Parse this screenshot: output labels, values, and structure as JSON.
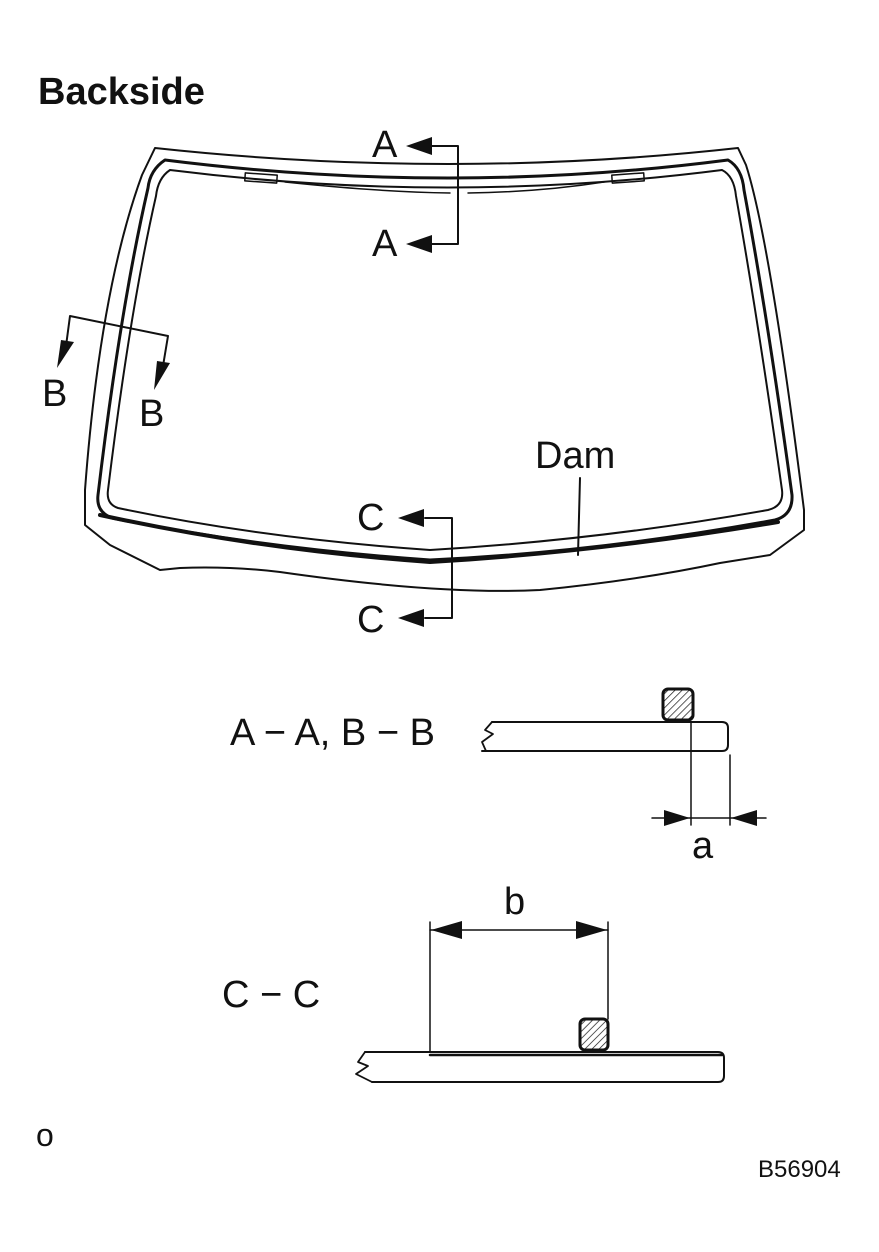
{
  "diagram": {
    "title": "Backside",
    "section_marks": {
      "a_top": "A",
      "a_bottom": "A",
      "b_left": "B",
      "b_right": "B",
      "c_top": "C",
      "c_bottom": "C"
    },
    "dam_label": "Dam",
    "section_views": {
      "ab_title": "A − A, B − B",
      "cc_title": "C − C",
      "dim_a": "a",
      "dim_b": "b"
    },
    "corner_mark": "o",
    "figure_id": "B56904"
  }
}
